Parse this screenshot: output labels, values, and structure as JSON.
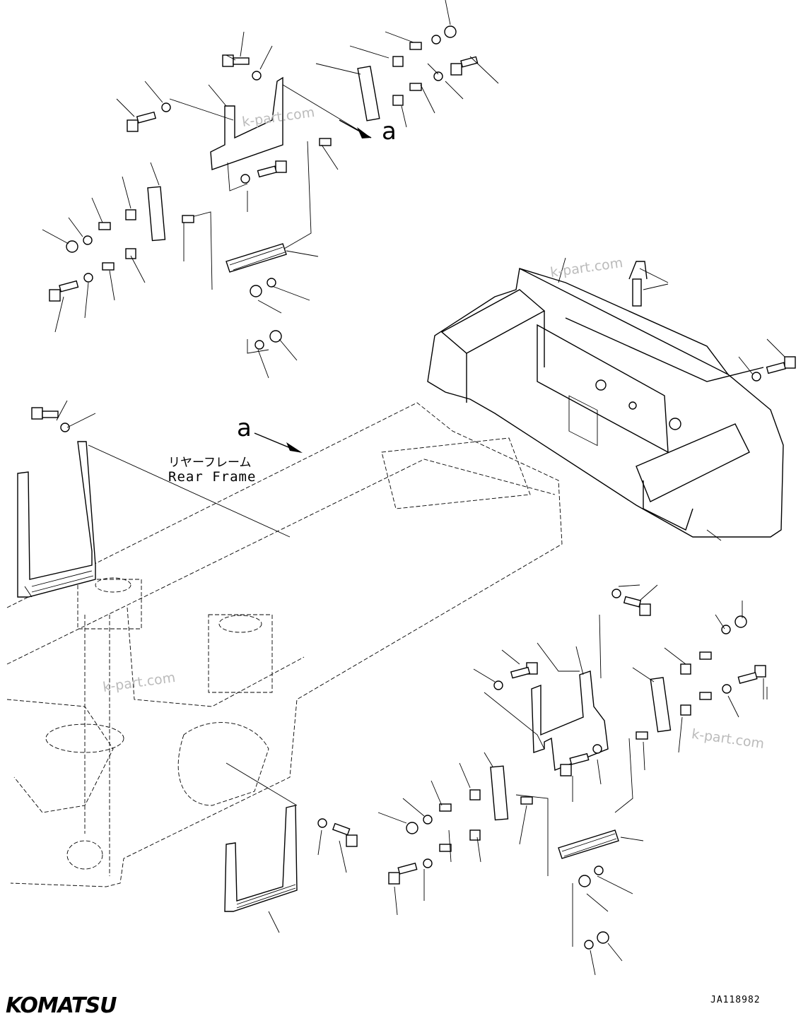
{
  "diagram": {
    "reference_letter": "a",
    "rear_frame_label_jp": "リヤーフレーム",
    "rear_frame_label_en": "Rear Frame",
    "watermark": "k-part.com",
    "logo_text": "KOMATSU",
    "drawing_code": "JA118982",
    "line_color": "#000000",
    "background_color": "#ffffff"
  }
}
